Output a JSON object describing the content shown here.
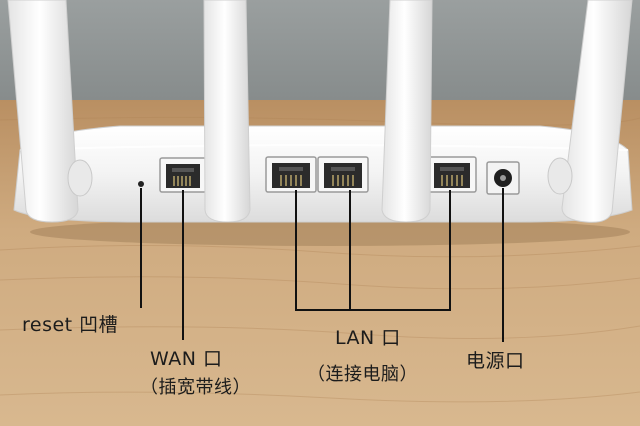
{
  "annotations": {
    "reset": "reset 凹槽",
    "wan": "WAN 口",
    "wan_note": "（插宽带线）",
    "lan": "LAN 口",
    "lan_note": "（连接电脑）",
    "power": "电源口"
  },
  "colors": {
    "wall": "#8f9494",
    "desk": "#c9a57a",
    "router_body": "#f1f1f1",
    "port_dark": "#2b2b2b",
    "leader_line": "#111111"
  },
  "icons": {
    "ethernet_port": "rj45-port-icon",
    "power_jack": "dc-power-jack-icon",
    "antenna": "antenna-icon",
    "reset_hole": "reset-pinhole-icon"
  }
}
